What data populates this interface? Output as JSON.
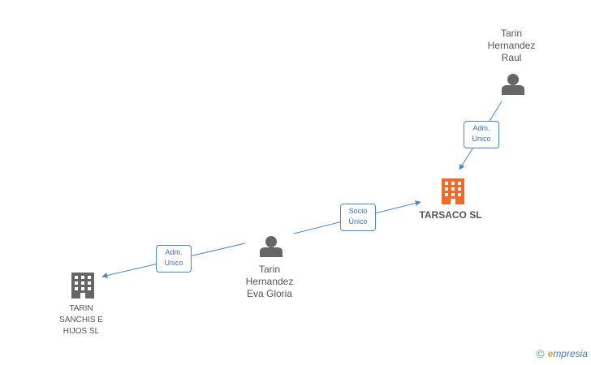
{
  "nodes": {
    "raul": {
      "label": "Tarin\nHernandez\nRaul"
    },
    "eva": {
      "label": "Tarin\nHernandez\nEva Gloria"
    },
    "tarsaco": {
      "label": "TARSACO SL"
    },
    "tarin_sanchis": {
      "label": "TARIN\nSANCHIS E\nHIJOS SL"
    }
  },
  "edges": {
    "raul_tarsaco": {
      "label": "Adm.\nUnico"
    },
    "eva_tarsaco": {
      "label": "Socio\nÚnico"
    },
    "eva_tarin_sanchis": {
      "label": "Adm.\nUnico"
    }
  },
  "colors": {
    "person": "#666666",
    "company_main": "#f26a2b",
    "company": "#666666",
    "edge": "#4a86d4"
  },
  "brand": {
    "copyright": "©",
    "name_initial": "e",
    "name_rest": "mpresia"
  }
}
